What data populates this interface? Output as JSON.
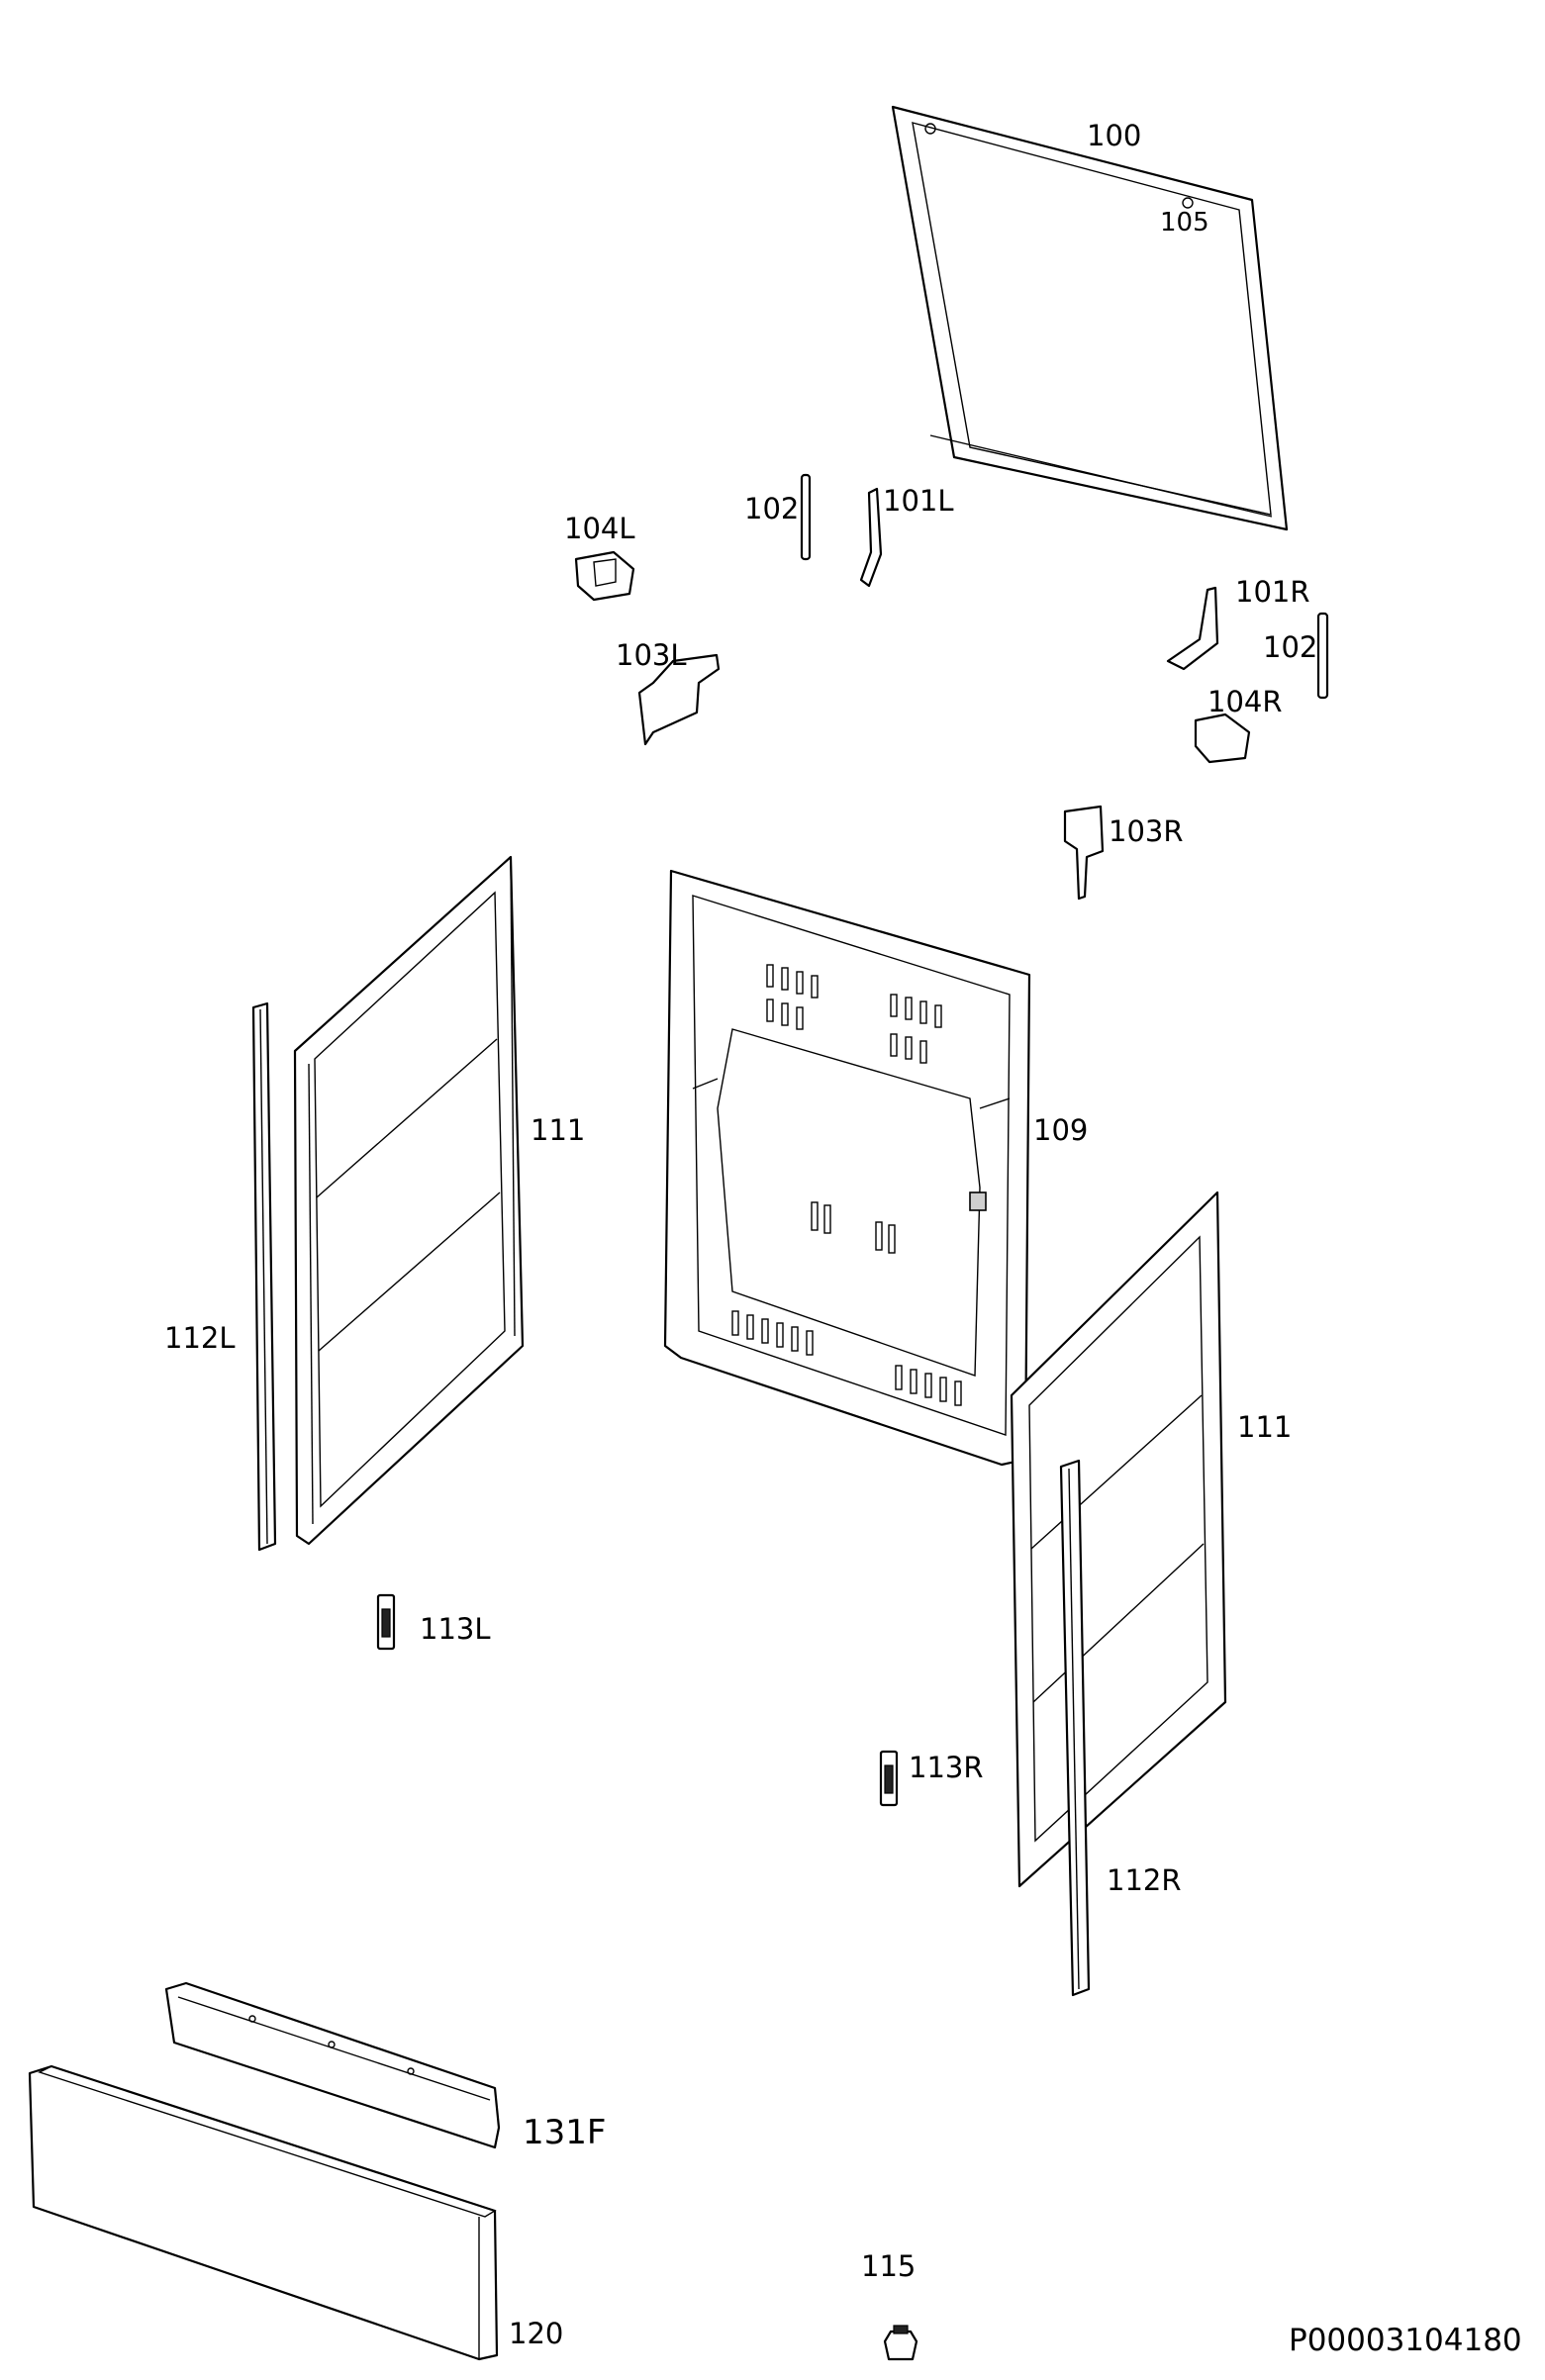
{
  "labels": {
    "p100": "100",
    "p105": "105",
    "p102a": "102",
    "p101L": "101L",
    "p104L": "104L",
    "p101R": "101R",
    "p102b": "102",
    "p103L": "103L",
    "p104R": "104R",
    "p103R": "103R",
    "p111a": "111",
    "p109": "109",
    "p112L": "112L",
    "p111b": "111",
    "p113L": "113L",
    "p113R": "113R",
    "p112R": "112R",
    "p131F": "131F",
    "p115": "115",
    "p120": "120"
  },
  "reference_code": "P00003104180"
}
